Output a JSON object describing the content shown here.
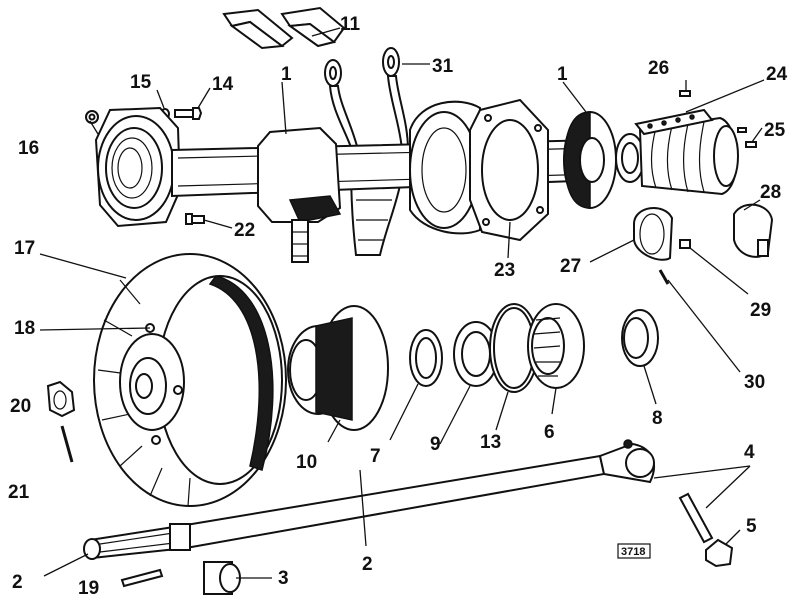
{
  "diagram": {
    "part_labels": {
      "p1a": "1",
      "p1b": "1",
      "p2a": "2",
      "p2b": "2",
      "p3": "3",
      "p4": "4",
      "p5": "5",
      "p6": "6",
      "p7": "7",
      "p8": "8",
      "p9": "9",
      "p10": "10",
      "p11": "11",
      "p13": "13",
      "p14": "14",
      "p15": "15",
      "p16": "16",
      "p17": "17",
      "p18": "18",
      "p19": "19",
      "p20": "20",
      "p21": "21",
      "p22": "22",
      "p23": "23",
      "p24": "24",
      "p25": "25",
      "p26": "26",
      "p27": "27",
      "p28": "28",
      "p29": "29",
      "p30": "30",
      "p31": "31"
    },
    "stamp": "3718"
  }
}
